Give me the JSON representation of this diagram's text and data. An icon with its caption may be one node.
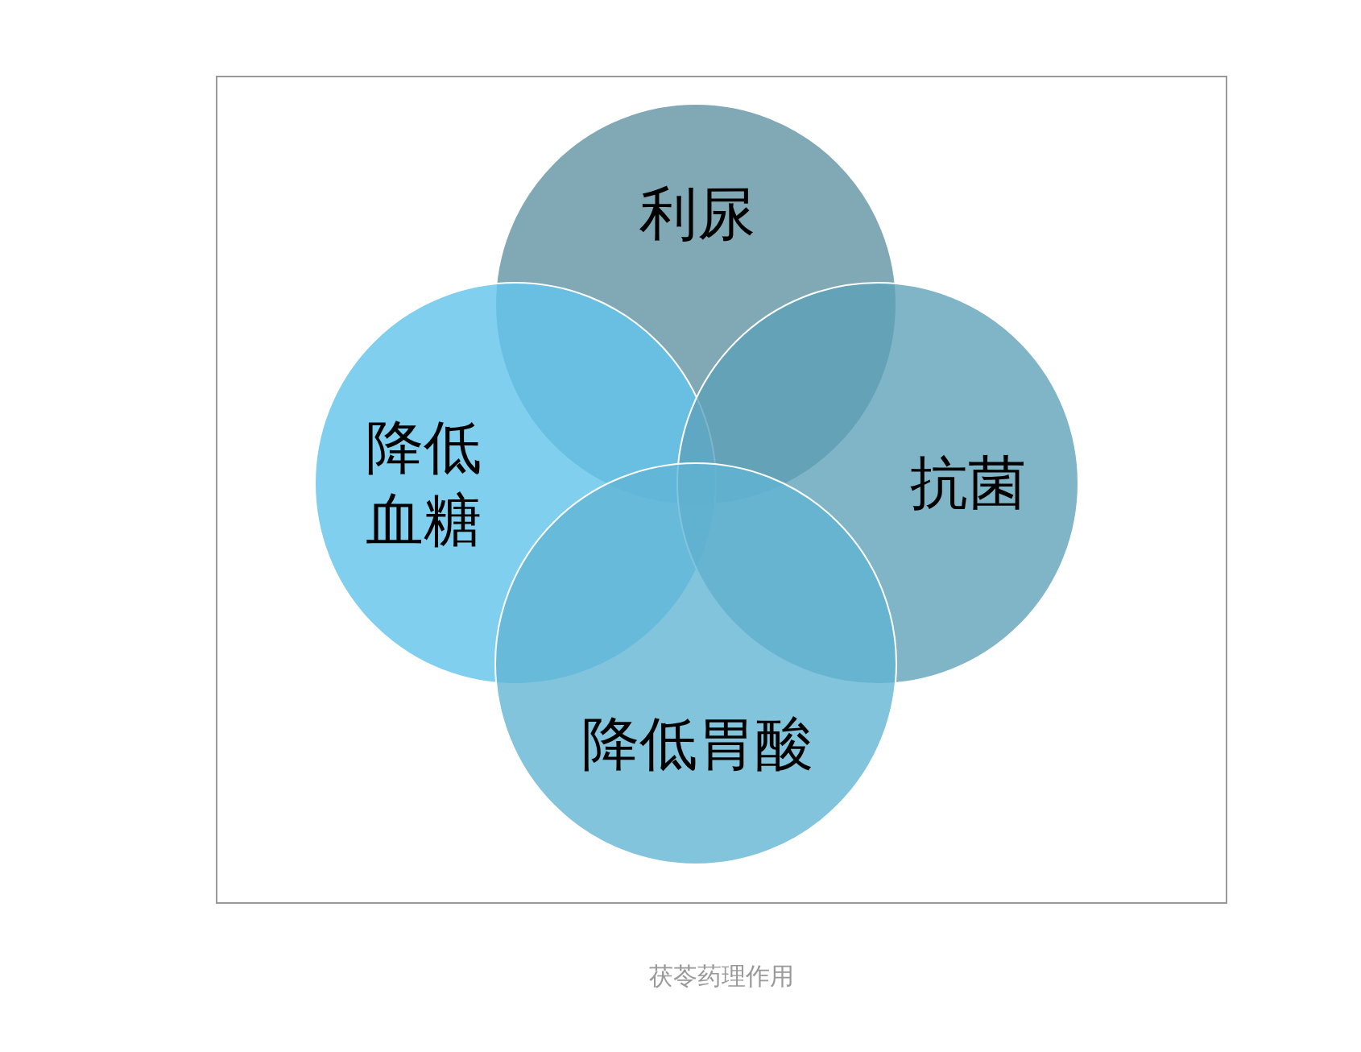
{
  "diagram": {
    "caption": "茯苓药理作用",
    "nodes": [
      {
        "text": [
          "利尿"
        ]
      },
      {
        "text": [
          "降低血糖"
        ]
      },
      {
        "text": [
          "抗菌"
        ]
      },
      {
        "text": [
          "降低胃酸"
        ]
      }
    ]
  }
}
